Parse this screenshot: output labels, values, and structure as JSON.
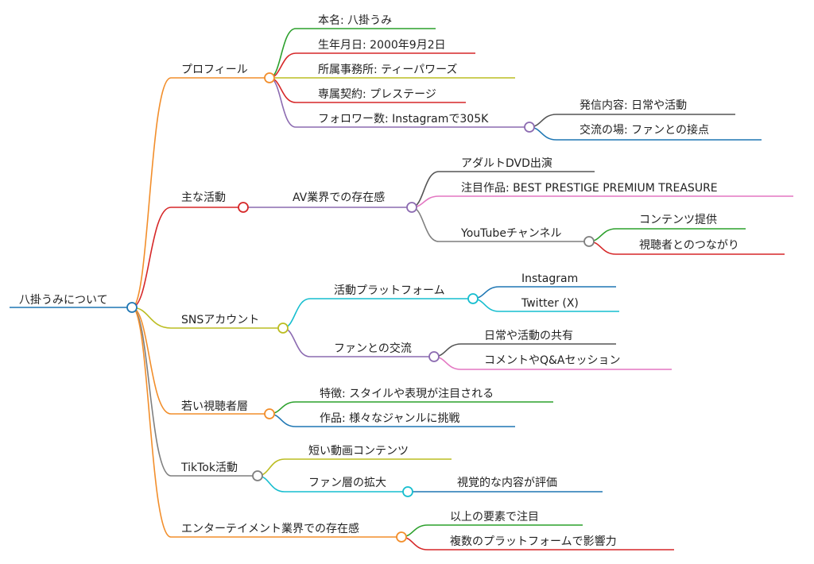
{
  "mindmap": {
    "root": "八掛うみについて",
    "branches": {
      "profile": {
        "label": "プロフィール",
        "name": "本名: 八掛うみ",
        "birthday": "生年月日: 2000年9月2日",
        "agency": "所属事務所: ティーパワーズ",
        "contract": "専属契約: プレステージ",
        "followers": "フォロワー数: Instagramで305K",
        "content": "発信内容: 日常や活動",
        "exchange": "交流の場: ファンとの接点"
      },
      "activities": {
        "label": "主な活動",
        "av_presence": "AV業界での存在感",
        "dvd": "アダルトDVD出演",
        "notable": "注目作品: BEST PRESTIGE PREMIUM TREASURE",
        "youtube": "YouTubeチャンネル",
        "yt_content": "コンテンツ提供",
        "yt_viewers": "視聴者とのつながり"
      },
      "sns": {
        "label": "SNSアカウント",
        "platforms": "活動プラットフォーム",
        "instagram": "Instagram",
        "twitter": "Twitter (X)",
        "fan_exchange": "ファンとの交流",
        "share": "日常や活動の共有",
        "comments": "コメントやQ&Aセッション"
      },
      "young": {
        "label": "若い視聴者層",
        "feature": "特徴: スタイルや表現が注目される",
        "works": "作品: 様々なジャンルに挑戦"
      },
      "tiktok": {
        "label": "TikTok活動",
        "short_video": "短い動画コンテンツ",
        "fan_growth": "ファン層の拡大",
        "visual": "視覚的な内容が評価"
      },
      "entertainment": {
        "label": "エンターテイメント業界での存在感",
        "attention": "以上の要素で注目",
        "influence": "複数のプラットフォームで影響力"
      }
    }
  },
  "colors": {
    "root": "#1f77b4",
    "orange": "#f28e2b",
    "red": "#d62728",
    "olive": "#bcbd22",
    "gray": "#7f7f7f",
    "green": "#2ca02c",
    "purple": "#8c6bb1",
    "cyan": "#17becf",
    "pink": "#e377c2",
    "dark": "#555555"
  }
}
